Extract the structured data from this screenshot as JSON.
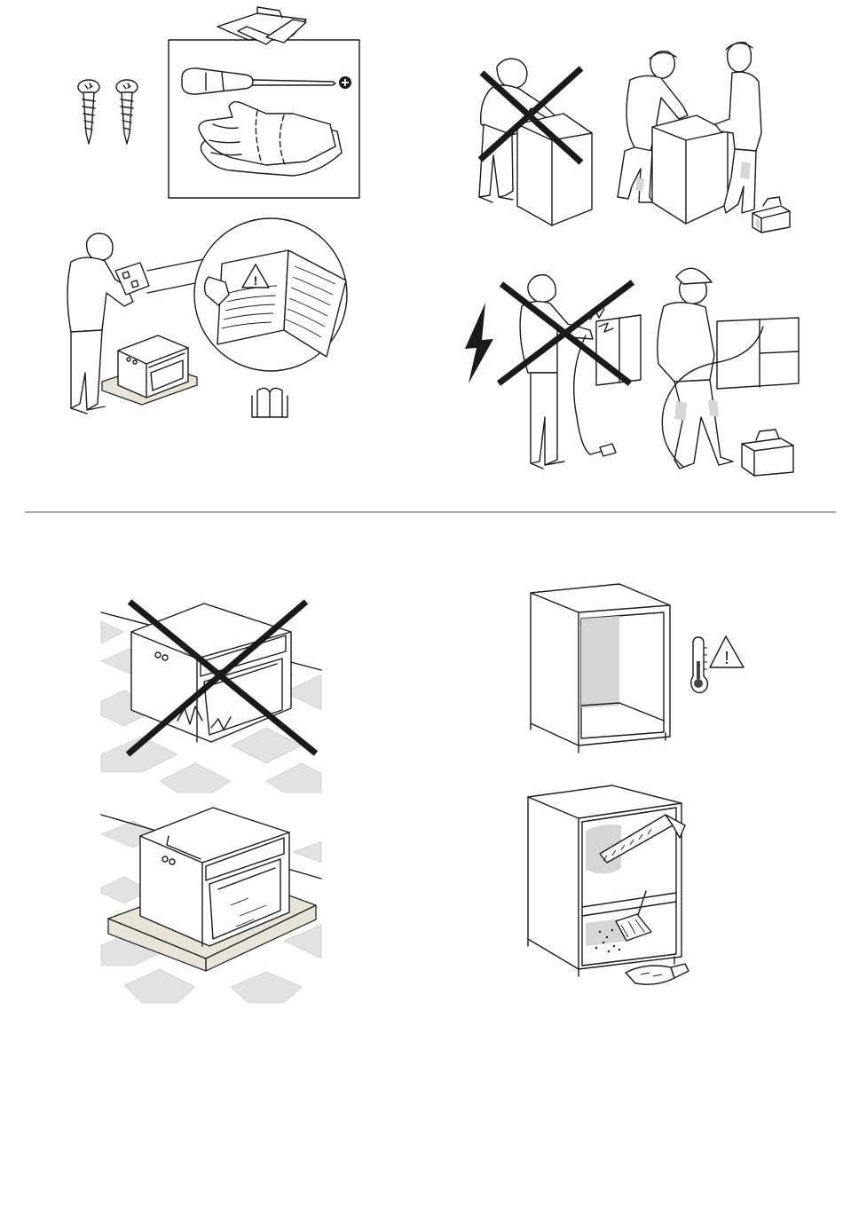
{
  "colors": {
    "line": "#1a1a1a",
    "divider": "#555555",
    "tile_gray": "#e2e2e2",
    "cabinet_shade": "#d6d6d6"
  },
  "panels": [
    {
      "id": "tools",
      "icons": [
        "screw-icon",
        "toolbox-icon",
        "screwdriver-icon",
        "gloves-icon",
        "plus-icon"
      ]
    },
    {
      "id": "lifting",
      "icons": [
        "prohibited-cross-icon",
        "worker-icon",
        "toolbox-icon"
      ]
    },
    {
      "id": "read-manual",
      "icons": [
        "warning-triangle-icon",
        "book-icon",
        "oven-icon"
      ]
    },
    {
      "id": "electrical",
      "icons": [
        "lightning-bolt-icon",
        "prohibited-cross-icon",
        "plug-icon",
        "toolbox-icon"
      ]
    },
    {
      "id": "oven-placement",
      "icons": [
        "prohibited-cross-icon",
        "oven-icon",
        "foam-pad-icon"
      ]
    },
    {
      "id": "cabinet",
      "icons": [
        "thermometer-icon",
        "warning-triangle-icon",
        "saw-icon",
        "brush-icon",
        "dustpan-icon"
      ]
    }
  ],
  "glyphs": {
    "warning": "!",
    "plus": "+"
  }
}
